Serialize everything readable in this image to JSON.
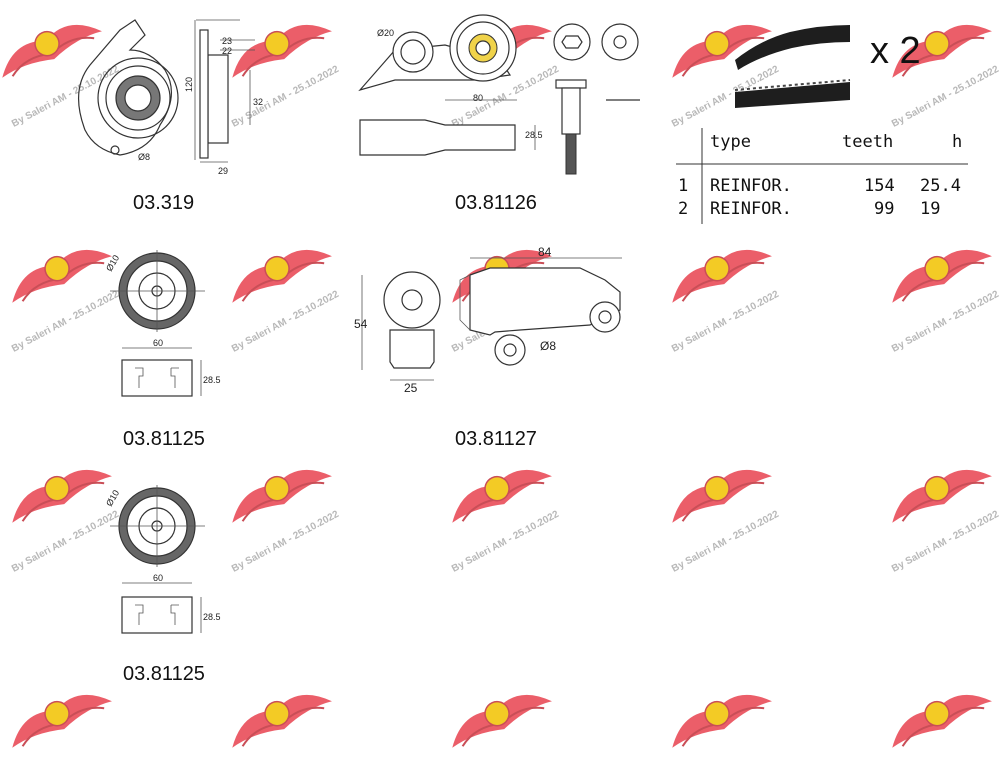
{
  "watermark": {
    "text": "By Saleri AM - 25.10.2022",
    "logo_colors": {
      "wing": "#e8434f",
      "wing_dark": "#c0303a",
      "badge": "#f2c200"
    }
  },
  "parts": [
    {
      "code": "03.319",
      "dims": [
        "23",
        "22",
        "120",
        "29",
        "Ø8",
        "32"
      ]
    },
    {
      "code": "03.81126",
      "dims": [
        "Ø20",
        "80",
        "28.5"
      ]
    },
    {
      "code": "03.81125",
      "dims": [
        "Ø10",
        "60",
        "28.5"
      ]
    },
    {
      "code": "03.81127",
      "dims": [
        "84",
        "54",
        "25",
        "Ø8"
      ]
    },
    {
      "code": "03.81125",
      "dims": [
        "Ø10",
        "60",
        "28.5"
      ]
    }
  ],
  "belt": {
    "multiplier": "x 2",
    "table": {
      "headers": [
        "type",
        "teeth",
        "h"
      ],
      "rows": [
        {
          "index": "1",
          "type": "REINFOR.",
          "teeth": "154",
          "h": "25.4"
        },
        {
          "index": "2",
          "type": "REINFOR.",
          "teeth": "99",
          "h": "19"
        }
      ]
    }
  }
}
